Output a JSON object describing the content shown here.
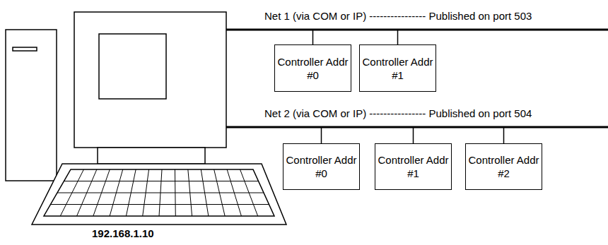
{
  "diagram": {
    "nodes": [
      {
        "text": [
          "Controller Addr #0"
        ]
      },
      {
        "text": [
          "Controller Addr #1"
        ]
      },
      {
        "text": [
          "Controller Addr #0"
        ]
      },
      {
        "text": [
          "Controller Addr #1"
        ]
      },
      {
        "text": [
          "Controller Addr #2"
        ]
      }
    ],
    "labels": [
      "Net 1 (via COM or IP) ---------------- Published on port 503",
      "Net 2 (via COM or IP) ---------------- Published on port 504",
      "192.168.1.10"
    ]
  }
}
